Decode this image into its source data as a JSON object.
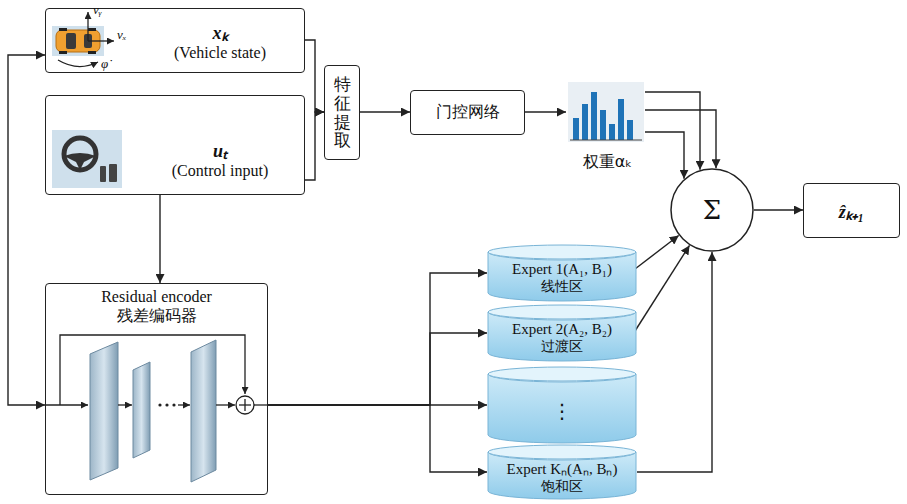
{
  "diagram": {
    "nodes": [
      {
        "text": [
          "xₖ",
          "(Vehicle state)"
        ]
      },
      {
        "text": [
          "uₜ",
          "(Control input)"
        ]
      },
      {
        "text": [
          "特征提取"
        ]
      },
      {
        "text": [
          "门控网络"
        ]
      },
      {
        "text": [
          "权重αₖ"
        ]
      },
      {
        "text": [
          "Σ"
        ]
      },
      {
        "text": [
          "ẑₖ₊₁"
        ]
      },
      {
        "text": [
          "Residual encoder",
          "残差编码器"
        ]
      },
      {
        "text": [
          "Expert 1(A₁, B₁)",
          "线性区"
        ]
      },
      {
        "text": [
          "Expert 2(A₂, B₂)",
          "过渡区"
        ]
      },
      {
        "text": [
          "⋮"
        ]
      },
      {
        "text": [
          "Expert Kₙ(Aₙ, Bₙ)",
          "饱和区"
        ]
      }
    ],
    "edges": [
      {
        "from": 0,
        "to": 2,
        "arrow": "to"
      },
      {
        "from": 1,
        "to": 2,
        "arrow": "to"
      },
      {
        "from": 2,
        "to": 3,
        "arrow": "to"
      },
      {
        "from": 3,
        "to": 4,
        "arrow": "to"
      },
      {
        "from": 4,
        "to": 5,
        "arrow": "to"
      },
      {
        "from": 4,
        "to": 5,
        "arrow": "to"
      },
      {
        "from": 4,
        "to": 5,
        "arrow": "to"
      },
      {
        "from": 5,
        "to": 6,
        "arrow": "to"
      },
      {
        "from": 1,
        "to": 7,
        "arrow": "to"
      },
      {
        "from": 0,
        "to": 7,
        "arrow": "both"
      },
      {
        "from": 7,
        "to": 8,
        "arrow": "to"
      },
      {
        "from": 7,
        "to": 9,
        "arrow": "to"
      },
      {
        "from": 7,
        "to": 10,
        "arrow": "to"
      },
      {
        "from": 7,
        "to": 11,
        "arrow": "to"
      },
      {
        "from": 8,
        "to": 5,
        "arrow": "to"
      },
      {
        "from": 9,
        "to": 5,
        "arrow": "to"
      },
      {
        "from": 11,
        "to": 5,
        "arrow": "to"
      }
    ],
    "labels": [
      "vᵧ",
      "vₓ",
      "φ̇"
    ]
  }
}
